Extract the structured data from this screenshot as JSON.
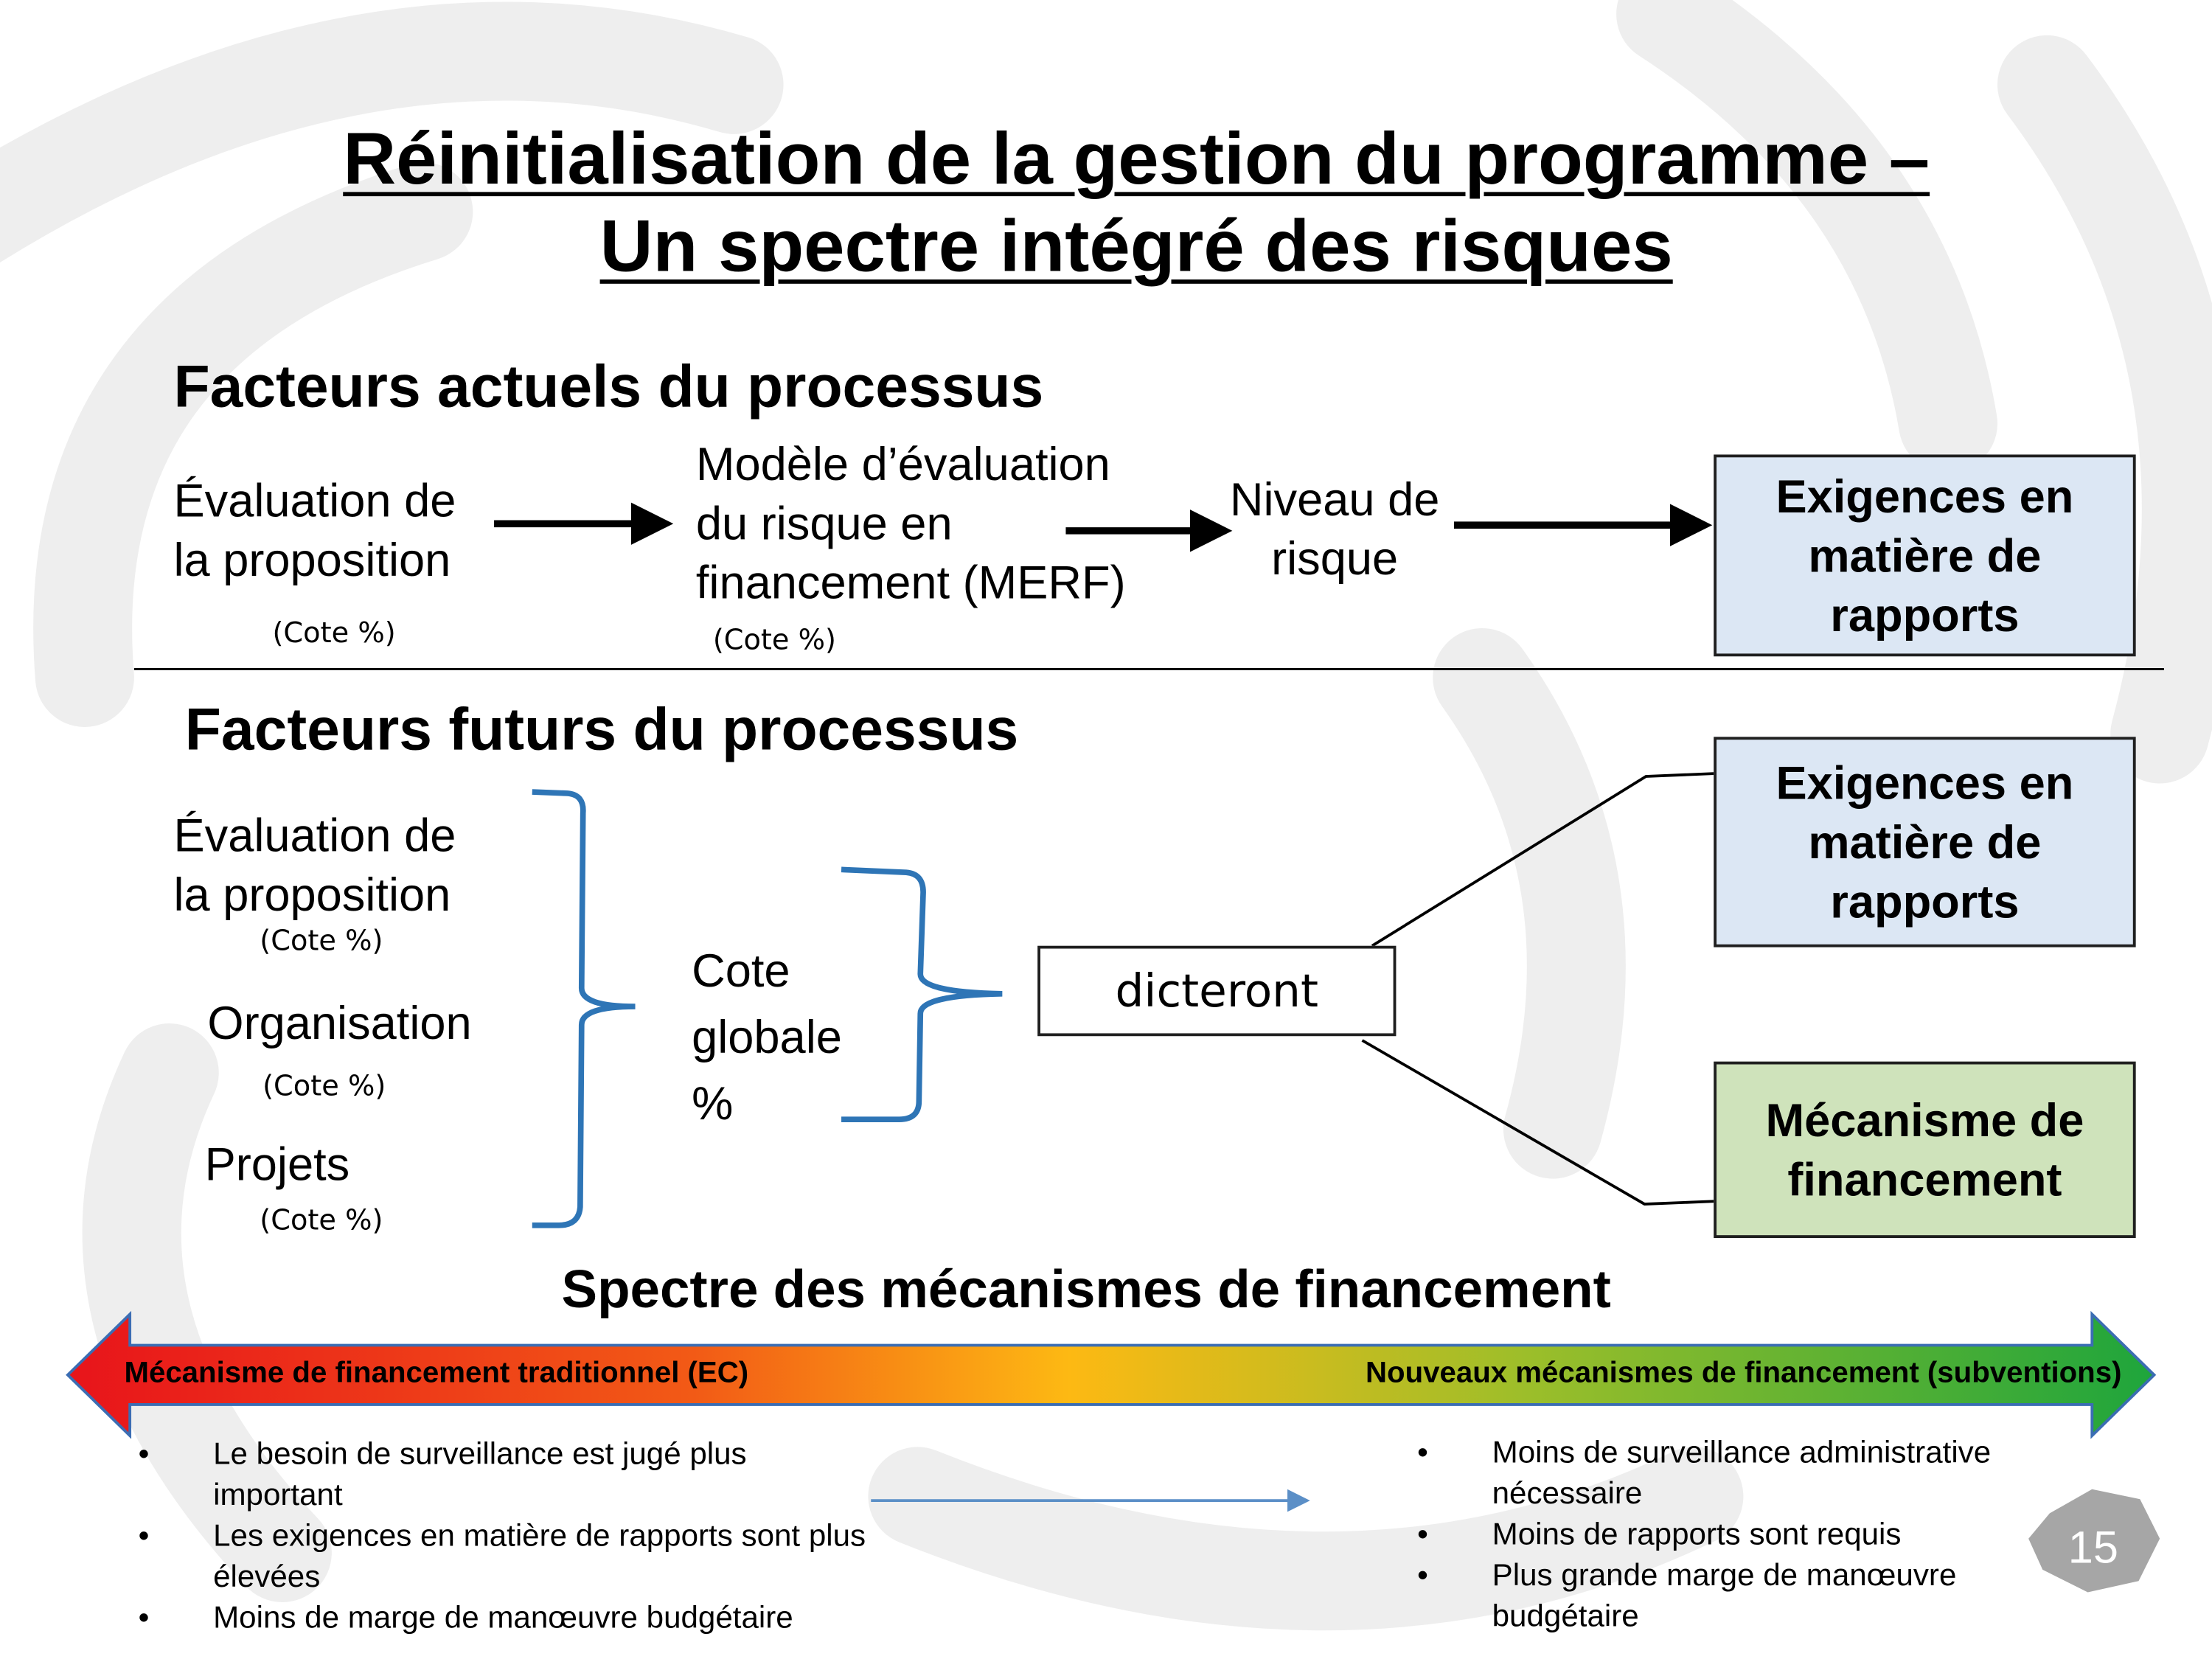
{
  "title": {
    "line1": "Réinitialisation de la gestion du programme –",
    "line2": "Un spectre intégré des risques"
  },
  "current": {
    "heading": "Facteurs actuels du processus",
    "step1": {
      "line1": "Évaluation de",
      "line2": "la proposition",
      "cote": "(Cote %)"
    },
    "step2": {
      "line1": "Modèle d’évaluation",
      "line2": "du risque en",
      "line3": "financement (MERF)",
      "cote": "(Cote %)"
    },
    "step3": {
      "line1": "Niveau de",
      "line2": "risque"
    },
    "result": {
      "line1": "Exigences en",
      "line2": "matière de",
      "line3": "rapports"
    }
  },
  "future": {
    "heading": "Facteurs futurs du processus",
    "inputs": [
      {
        "line1": "Évaluation de",
        "line2": "la proposition",
        "cote": "(Cote %)"
      },
      {
        "label": "Organisation",
        "cote": "(Cote %)"
      },
      {
        "label": "Projets",
        "cote": "(Cote %)"
      }
    ],
    "global": {
      "line1": "Cote",
      "line2": "globale",
      "line3": "%"
    },
    "decides": "dicteront",
    "out1": {
      "line1": "Exigences en",
      "line2": "matière de",
      "line3": "rapports"
    },
    "out2": {
      "line1": "Mécanisme de",
      "line2": "financement"
    }
  },
  "spectrum": {
    "heading": "Spectre des mécanismes de financement",
    "left_label": "Mécanisme de financement traditionnel (EC)",
    "right_label": "Nouveaux mécanismes de financement (subventions)",
    "colors": {
      "left": "#e8141b",
      "mid": "#fdb913",
      "right": "#1ea53c"
    },
    "left_bullets": [
      "Le besoin de surveillance est jugé plus important",
      "Les exigences en matière de rapports sont plus élevées",
      "Moins de marge de manœuvre budgétaire"
    ],
    "right_bullets": [
      "Moins de surveillance administrative nécessaire",
      "Moins de rapports sont requis",
      "Plus grande marge de manœuvre budgétaire"
    ]
  },
  "page_number": "15",
  "colors": {
    "box_blue": "#dce7f4",
    "box_green": "#cfe3bb",
    "brace": "#2e75b6",
    "connector_arrow": "#5b8fc7"
  }
}
